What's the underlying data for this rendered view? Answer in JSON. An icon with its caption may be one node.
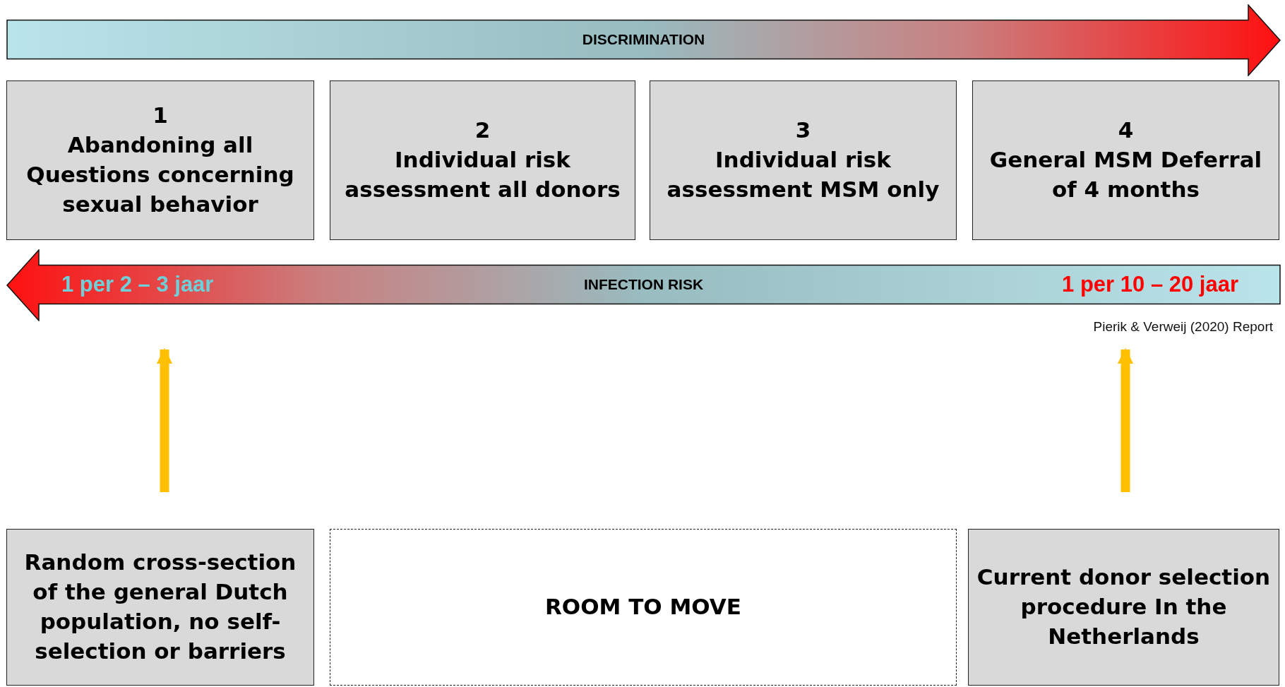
{
  "diagram": {
    "nodes": [
      {
        "text": [
          "DISCRIMINATION"
        ]
      },
      {
        "text": [
          "1",
          "Abandoning all Questions concerning sexual behavior"
        ]
      },
      {
        "text": [
          "2",
          "Individual risk assessment all donors"
        ]
      },
      {
        "text": [
          "3",
          "Individual risk assessment MSM only"
        ]
      },
      {
        "text": [
          "4",
          "General MSM Deferral of 4 months"
        ]
      },
      {
        "text": [
          "1 per 2 – 3 jaar",
          "INFECTION RISK",
          "1 per 10 – 20 jaar"
        ]
      },
      {
        "text": [
          "Random cross-section of the general Dutch population, no self-selection or barriers"
        ]
      },
      {
        "text": [
          "ROOM TO MOVE"
        ]
      },
      {
        "text": [
          "Current donor selection procedure In the Netherlands"
        ]
      }
    ],
    "edges": [
      {
        "from": 6,
        "to": 5,
        "arrow": "to"
      },
      {
        "from": 8,
        "to": 5,
        "arrow": "to"
      }
    ],
    "labels": [
      "Pierik & Verweij (2020) Report"
    ]
  }
}
